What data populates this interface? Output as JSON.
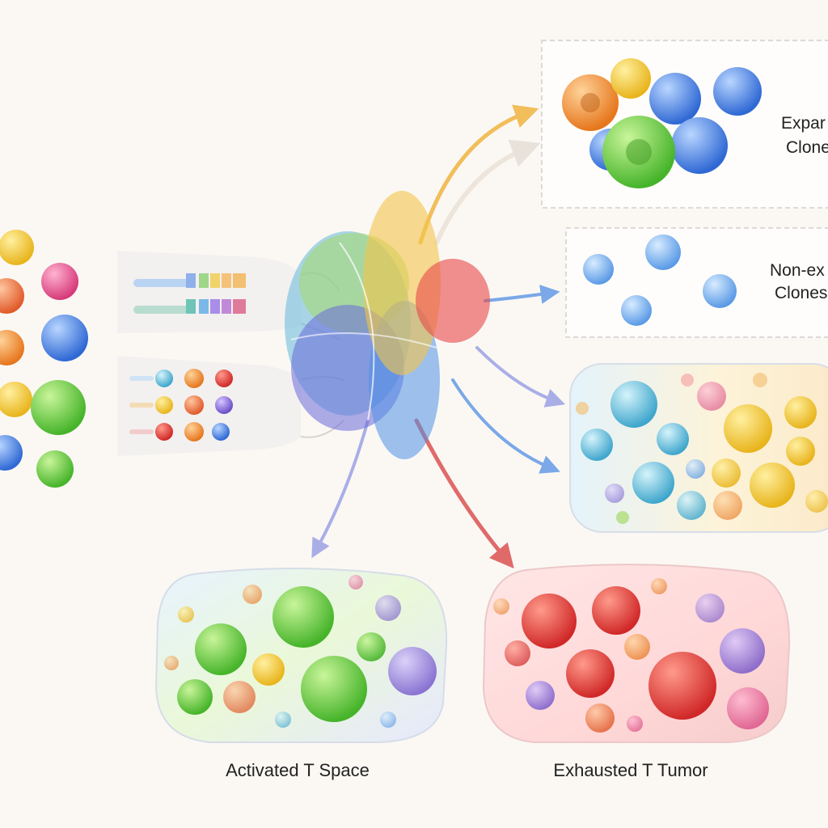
{
  "labels": {
    "expanded_line1": "Expar",
    "expanded_line2": "Clone",
    "nonexpanded_line1": "Non-ex",
    "nonexpanded_line2": "Clones",
    "activated": "Activated T Space",
    "exhausted": "Exhausted T Tumor"
  },
  "colors": {
    "background": "#fbf8f4",
    "orange": "#f08a2a",
    "yellow": "#f2c42c",
    "green": "#5cc93a",
    "blue": "#3f7fe0",
    "cyan": "#5fbfd8",
    "red": "#e04040",
    "purple": "#8a6ad8",
    "pink": "#e0508a"
  },
  "icons": {
    "input_cells": "cell-circle",
    "sorter": "overlapping-ellipses",
    "arrows": "curved-arrow"
  }
}
